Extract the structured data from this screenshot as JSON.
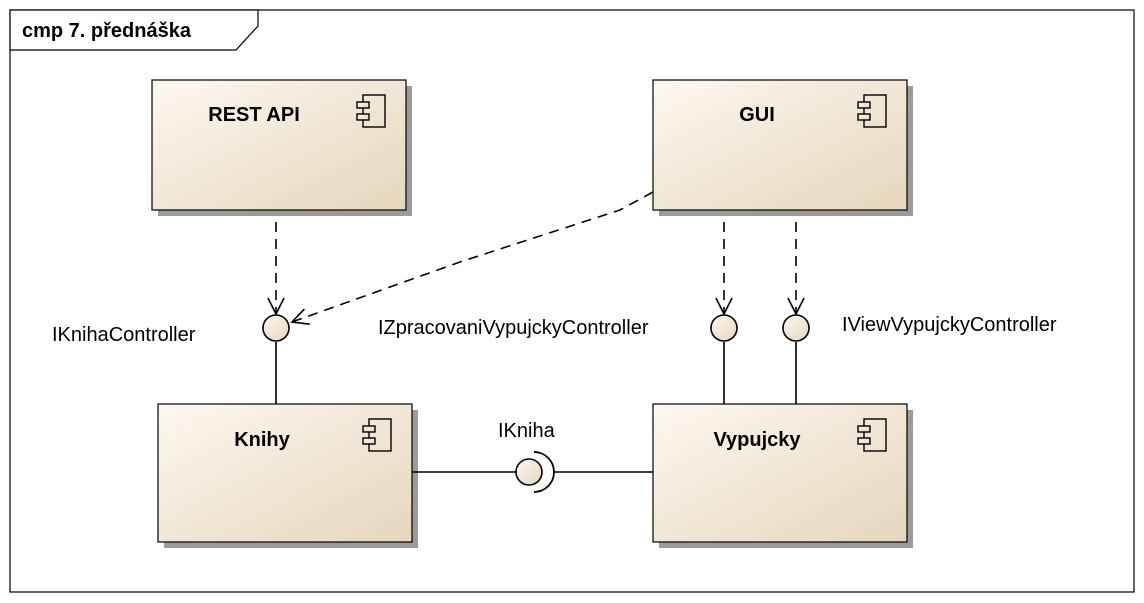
{
  "frame": {
    "title": "cmp 7. přednáška"
  },
  "components": {
    "rest_api": "REST API",
    "gui": "GUI",
    "knihy": "Knihy",
    "vypujcky": "Vypujcky"
  },
  "interfaces": {
    "iknihacontroller": "IKnihaController",
    "izpracovani": "IZpracovaniVypujckyController",
    "iview": "IViewVypujckyController",
    "ikniha": "IKniha"
  },
  "colors": {
    "component_fill_top": "#fdf8f0",
    "component_fill_bottom": "#e7d8c0",
    "shadow": "#9a9a9a",
    "stroke": "#000000"
  }
}
